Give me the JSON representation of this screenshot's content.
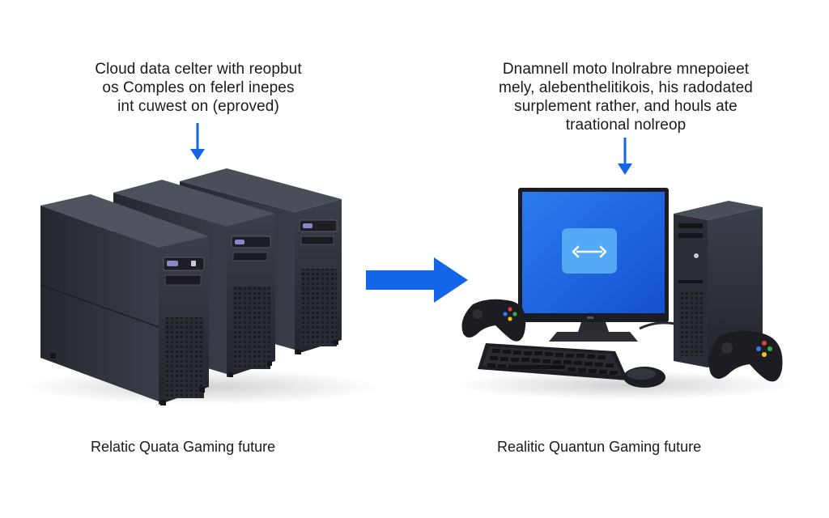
{
  "left_panel": {
    "caption_lines": [
      "Cloud data celter with reopbut",
      "os Comples on felerl inepes",
      "int cuwest on (eproved)"
    ],
    "footer_label": "Relatic Quata Gaming future"
  },
  "right_panel": {
    "caption_lines": [
      "Dnamnell moto lnolrabre mnepoieet",
      "mely, alebenthelitikois, his radodated",
      "surplement rather, and houls ate",
      "traational nolreop"
    ],
    "footer_label": "Realitic Quantun Gaming future"
  },
  "icons": {
    "left_down_arrow": "arrow-down-icon",
    "right_down_arrow": "arrow-down-icon",
    "transition_arrow": "arrow-right-icon",
    "monitor_screen": "monitor-app-icon"
  },
  "colors": {
    "accent_blue": "#1565e8",
    "server_body": "#2f323b",
    "screen_blue": "#1a62e6"
  }
}
